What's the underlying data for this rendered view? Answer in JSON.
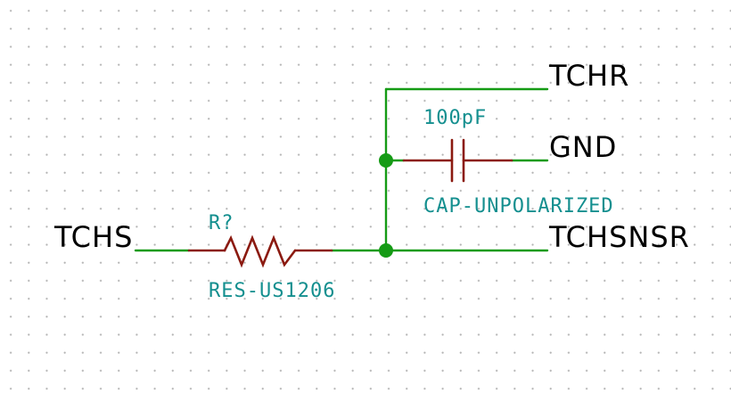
{
  "colors": {
    "wire": "#159b15",
    "component": "#8b1a10",
    "part_text": "#148f8f",
    "net_label": "#000000",
    "junction": "#159b15",
    "grid_dot": "#b4b4b4"
  },
  "nets": {
    "tchs": "TCHS",
    "tchr": "TCHR",
    "gnd": "GND",
    "tchsnsr": "TCHSNSR"
  },
  "resistor": {
    "ref": "R?",
    "value": "RES-US1206",
    "icon": "resistor-zigzag-icon"
  },
  "capacitor": {
    "value": "100pF",
    "part": "CAP-UNPOLARIZED",
    "icon": "capacitor-unpolarized-icon"
  }
}
